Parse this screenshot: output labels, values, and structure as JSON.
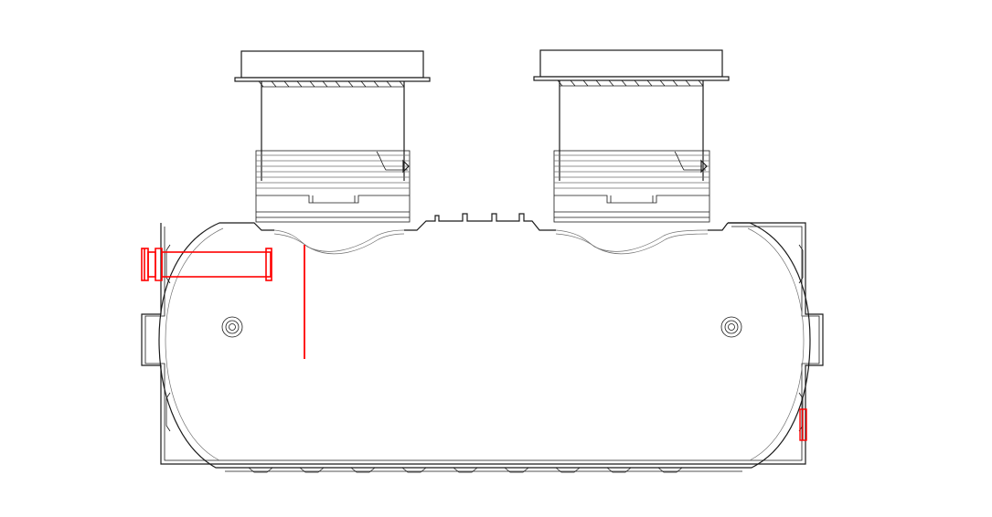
{
  "drawing": {
    "line_color": "#1a1a1a",
    "thin_line_color": "#6f6f6f",
    "background": "#ffffff",
    "pipe_color": "#ff0000"
  },
  "components": {
    "tank": "tank-body",
    "manholes": [
      "manhole-left",
      "manhole-right"
    ],
    "inlet": "inlet-pipe",
    "outlet": "outlet-pipe",
    "dip_tube": "dip-tube"
  }
}
